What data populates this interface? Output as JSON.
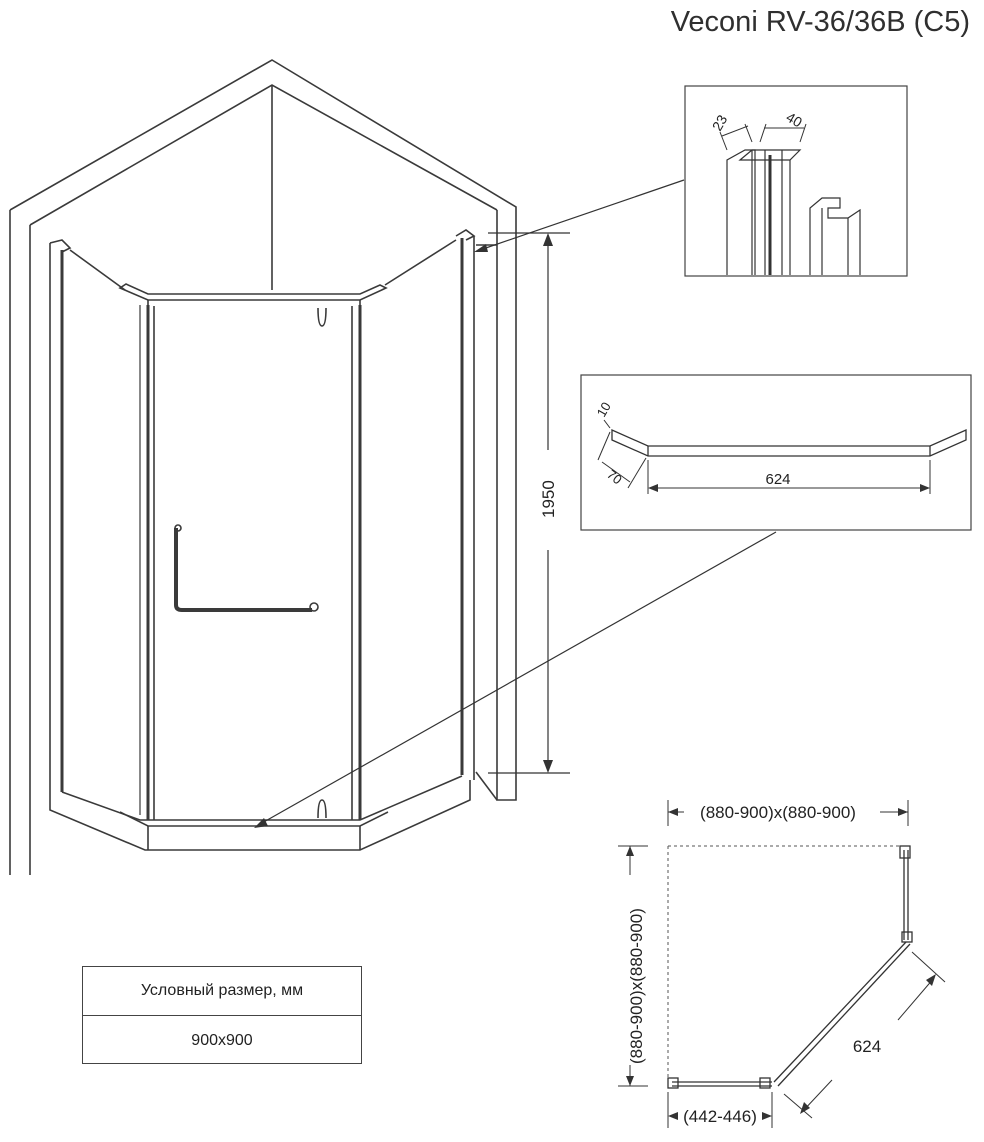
{
  "title": "Veconi RV-36/36B (C5)",
  "height_dim": "1950",
  "profile_detail": {
    "dim_left": "23",
    "dim_right": "40"
  },
  "tray_detail": {
    "dim_thickness": "10",
    "dim_side": "70",
    "dim_front": "624"
  },
  "plan": {
    "top_dim": "(880-900)x(880-900)",
    "left_dim": "(880-900)x(880-900)",
    "bottom_dim": "(442-446)",
    "diagonal_dim": "624"
  },
  "size_table": {
    "header": "Условный размер, мм",
    "value": "900x900"
  }
}
